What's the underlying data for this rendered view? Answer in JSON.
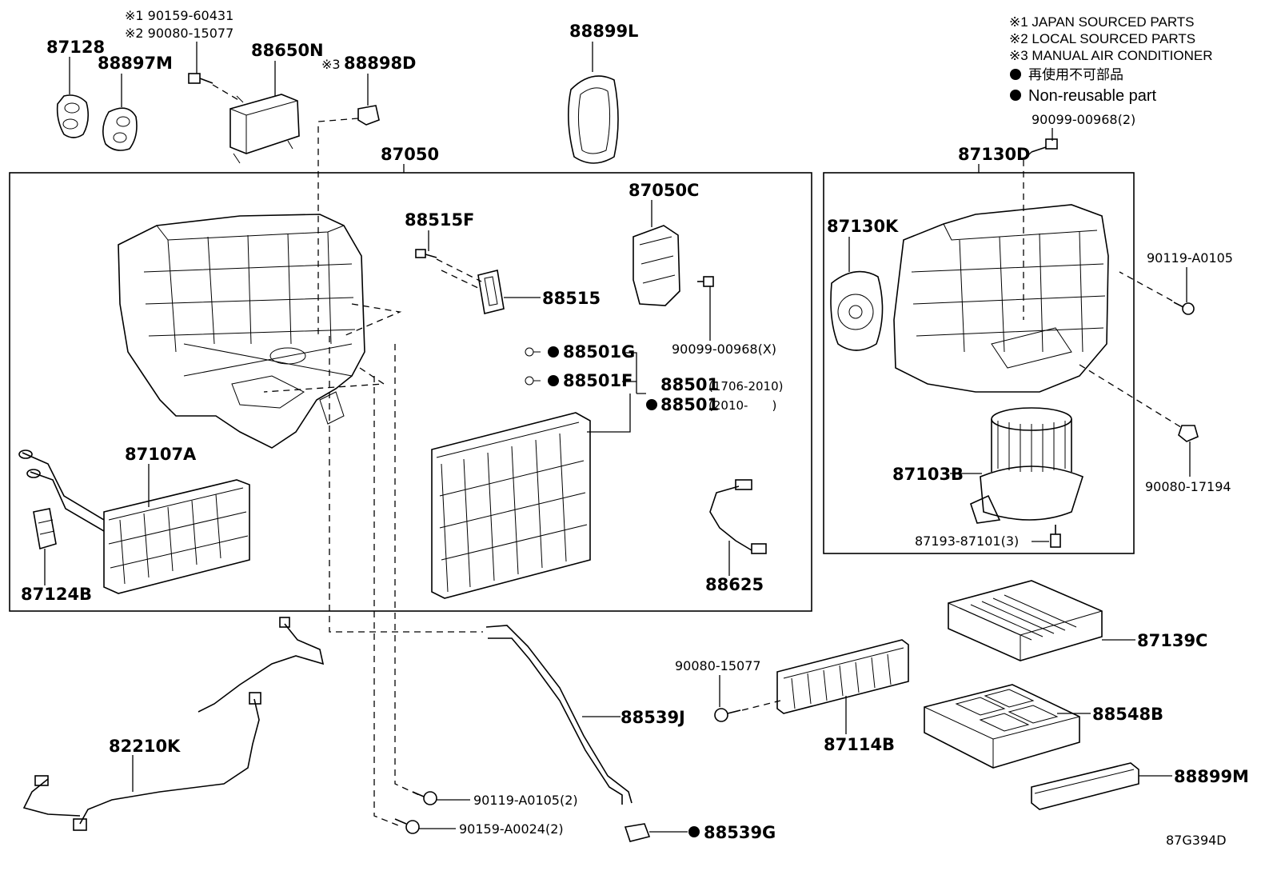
{
  "legend": {
    "note1": "※1 JAPAN SOURCED PARTS",
    "note2": "※2 LOCAL SOURCED PARTS",
    "note3": "※3 MANUAL AIR CONDITIONER",
    "nonreusable_jp": "再使用不可部品",
    "nonreusable_en": "Non-reusable part"
  },
  "diagram_code": "87G394D",
  "parts": {
    "p87128": "87128",
    "p88897M": "88897M",
    "bolt_note1": "※1 90159-60431",
    "bolt_note2": "※2 90080-15077",
    "p88650N": "88650N",
    "p88898D_mark": "※3",
    "p88898D": "88898D",
    "p88899L": "88899L",
    "p90099_00968_2": "90099-00968(2)",
    "p87050": "87050",
    "p87130D": "87130D",
    "p87050C": "87050C",
    "p88515F": "88515F",
    "p88515": "88515",
    "p90099_00968_X": "90099-00968(X)",
    "p87130K": "87130K",
    "p90119_A0105_r": "90119-A0105",
    "p88501G": "88501G",
    "p88501F": "88501F",
    "p88501a": "88501",
    "p88501a_range": "(1706-2010)",
    "p88501b": "88501",
    "p88501b_range": "(2010-　　)",
    "p87107A": "87107A",
    "p87103B": "87103B",
    "p90080_17194": "90080-17194",
    "p87193": "87193-87101(3)",
    "p87124B": "87124B",
    "p88625": "88625",
    "p87139C": "87139C",
    "p90080_15077": "90080-15077",
    "p88539J": "88539J",
    "p88548B": "88548B",
    "p82210K": "82210K",
    "p87114B": "87114B",
    "p88899M": "88899M",
    "p90119_A0105_2": "90119-A0105(2)",
    "p90159_A0024_2": "90159-A0024(2)",
    "p88539G": "88539G"
  }
}
